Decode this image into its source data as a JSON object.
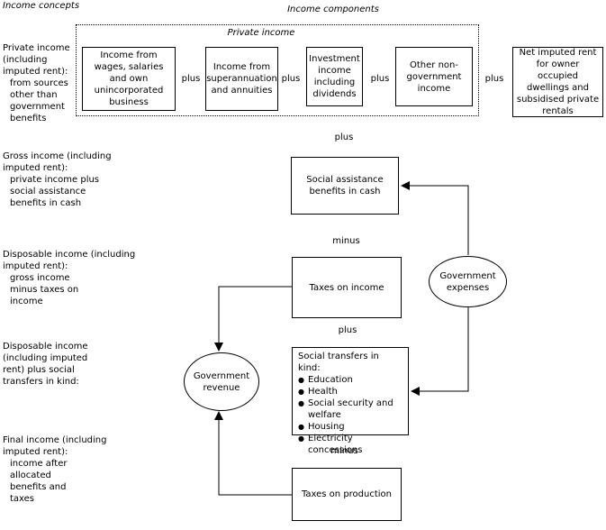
{
  "headers": {
    "income_concepts": "Income concepts",
    "income_components": "Income components",
    "private_income": "Private income"
  },
  "concepts": {
    "private": {
      "title": "Private income (including imputed rent):",
      "detail": "from sources other than government benefits"
    },
    "gross": {
      "title": "Gross income (including imputed rent):",
      "detail": "private income plus social assistance benefits in cash"
    },
    "disposable": {
      "title": "Disposable income (including imputed rent):",
      "detail": "gross income minus taxes on income"
    },
    "disposable_plus": {
      "title": "Disposable income (including imputed rent) plus social transfers in kind:"
    },
    "final": {
      "title": "Final income (including imputed rent):",
      "detail": "income after allocated benefits and taxes"
    }
  },
  "components": {
    "wages": "Income from wages, salaries and own unincorporated business",
    "superannuation": "Income from superannuation and annuities",
    "investment": "Investment income including dividends",
    "other": "Other non-government income",
    "imputed_rent": "Net imputed rent for owner occupied dwellings and subsidised private rentals"
  },
  "operators": {
    "plus": "plus",
    "minus": "minus"
  },
  "flow": {
    "social_assistance": "Social assistance benefits in cash",
    "taxes_income": "Taxes on income",
    "transfers_title": "Social transfers in kind:",
    "transfers_items": [
      "Education",
      "Health",
      "Social security and welfare",
      "Housing",
      "Electricity concessions"
    ],
    "taxes_production": "Taxes on production",
    "gov_expenses": "Government expenses",
    "gov_revenue": "Government revenue"
  }
}
